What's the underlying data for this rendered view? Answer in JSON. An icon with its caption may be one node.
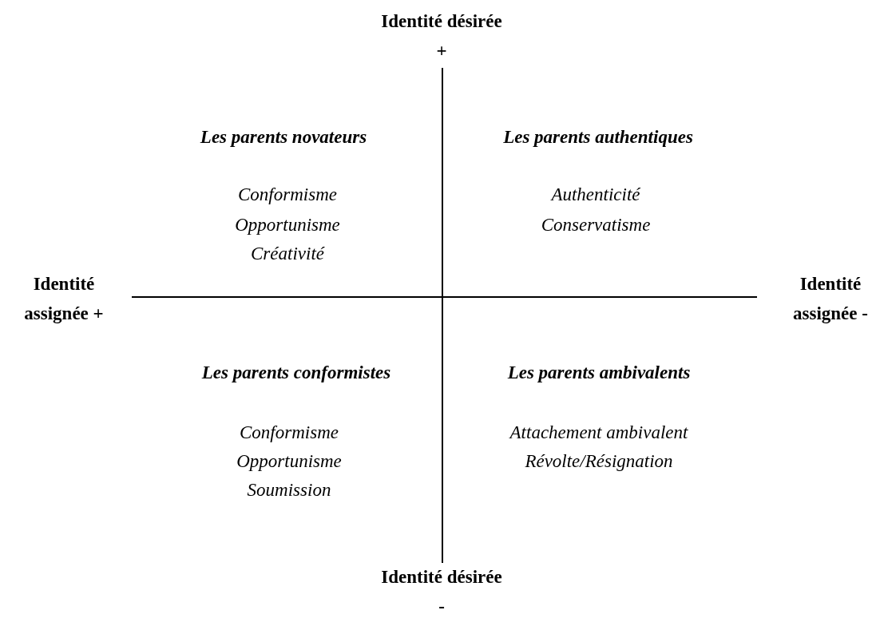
{
  "diagram": {
    "labels": [
      "Identité désirée +",
      "Les parents novateurs",
      "Les parents authentiques",
      "Conformisme",
      "Opportunisme",
      "Créativité",
      "Authenticité",
      "Conservatisme",
      "Identité assignée +",
      "Identité assignée -",
      "Les parents conformistes",
      "Les parents ambivalents",
      "Conformisme",
      "Opportunisme",
      "Soumission",
      "Attachement ambivalent",
      "Révolte/Résignation",
      "Identité désirée -"
    ]
  }
}
